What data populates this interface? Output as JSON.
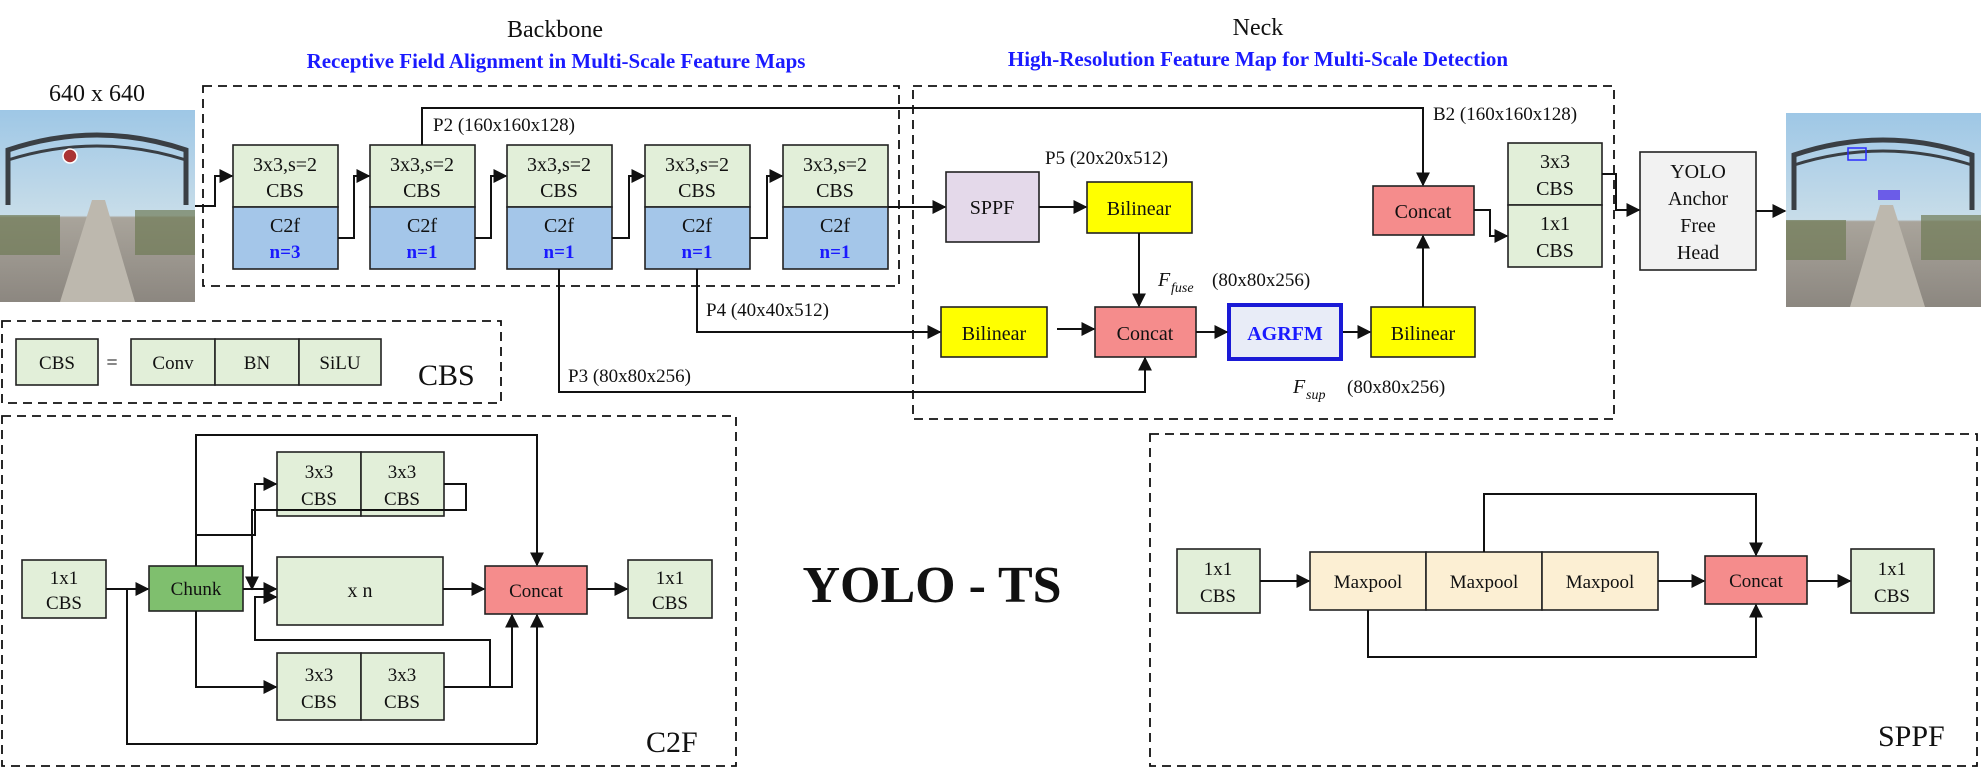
{
  "title": "YOLO - TS",
  "backbone": {
    "title": "Backbone",
    "subtitle": "Receptive Field Alignment in Multi-Scale Feature Maps",
    "blocks": [
      {
        "conv": [
          "3x3,s=2",
          "CBS"
        ],
        "c2f": "C2f",
        "n": "n=3"
      },
      {
        "conv": [
          "3x3,s=2",
          "CBS"
        ],
        "c2f": "C2f",
        "n": "n=1"
      },
      {
        "conv": [
          "3x3,s=2",
          "CBS"
        ],
        "c2f": "C2f",
        "n": "n=1"
      },
      {
        "conv": [
          "3x3,s=2",
          "CBS"
        ],
        "c2f": "C2f",
        "n": "n=1"
      },
      {
        "conv": [
          "3x3,s=2",
          "CBS"
        ],
        "c2f": "C2f",
        "n": "n=1"
      }
    ]
  },
  "neck": {
    "title": "Neck",
    "subtitle": "High-Resolution Feature Map for Multi-Scale Detection",
    "sppf": "SPPF",
    "bilinear": "Bilinear",
    "concat": "Concat",
    "agrfm": "AGRFM",
    "head_cbs": [
      [
        "3x3",
        "CBS"
      ],
      [
        "1x1",
        "CBS"
      ]
    ],
    "head": [
      "YOLO",
      "Anchor",
      "Free",
      "Head"
    ]
  },
  "labels": {
    "input_size": "640 x 640",
    "p2": "P2 (160x160x128)",
    "p3": "P3 (80x80x256)",
    "p4": "P4 (40x40x512)",
    "p5": "P5 (20x20x512)",
    "b2": "B2 (160x160x128)",
    "f_fuse_base": "F",
    "f_fuse_sub": "fuse",
    "f_fuse_dims": "(80x80x256)",
    "f_sup_base": "F",
    "f_sup_sub": "sup",
    "f_sup_dims": "(80x80x256)"
  },
  "cbs_legend": {
    "lhs": "CBS",
    "equals": "=",
    "parts": [
      "Conv",
      "BN",
      "SiLU"
    ],
    "name": "CBS"
  },
  "c2f_detail": {
    "name": "C2F",
    "in_cbs": [
      "1x1",
      "CBS"
    ],
    "chunk": "Chunk",
    "top_pair": [
      [
        "3x3",
        "CBS"
      ],
      [
        "3x3",
        "CBS"
      ]
    ],
    "middle": "x n",
    "bottom_pair": [
      [
        "3x3",
        "CBS"
      ],
      [
        "3x3",
        "CBS"
      ]
    ],
    "concat": "Concat",
    "out_cbs": [
      "1x1",
      "CBS"
    ]
  },
  "sppf_detail": {
    "name": "SPPF",
    "in_cbs": [
      "1x1",
      "CBS"
    ],
    "maxpool": [
      "Maxpool",
      "Maxpool",
      "Maxpool"
    ],
    "concat": "Concat",
    "out_cbs": [
      "1x1",
      "CBS"
    ]
  },
  "colors": {
    "cbs_green": "#e2efd9",
    "c2f_blue": "#a4c6e9",
    "concat_pink": "#f58c8c",
    "bilinear_yellow": "#ffff00",
    "sppf_purple": "#e4d9ea",
    "maxpool_cream": "#fcefd3",
    "chunk_green": "#7fbf6e",
    "agrfm_border": "#1a1ad6",
    "subtitle_blue": "#1a1aff"
  }
}
